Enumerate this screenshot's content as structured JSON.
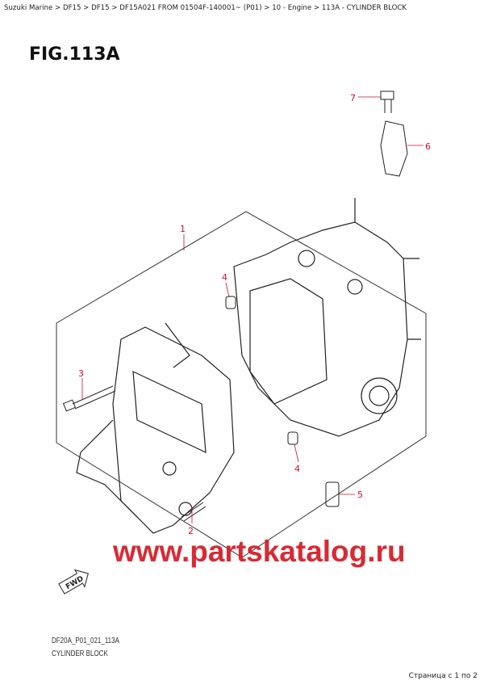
{
  "breadcrumb": "Suzuki Marine > DF15 > DF15 > DF15A021 FROM 01504F-140001~ (P01) > 10 - Engine > 113A - CYLINDER BLOCK",
  "figure_title": "FIG.113A",
  "callouts": [
    "1",
    "2",
    "3",
    "4",
    "4",
    "5",
    "6",
    "7"
  ],
  "watermark": "www.partskatalog.ru",
  "direction_label": "FWD",
  "drawing_code": "DF20A_P01_021_113A",
  "caption": "CYLINDER BLOCK",
  "pagination": "Страница с 1 по 2",
  "colors": {
    "callout": "#c8102e",
    "watermark": "#d5202a"
  }
}
